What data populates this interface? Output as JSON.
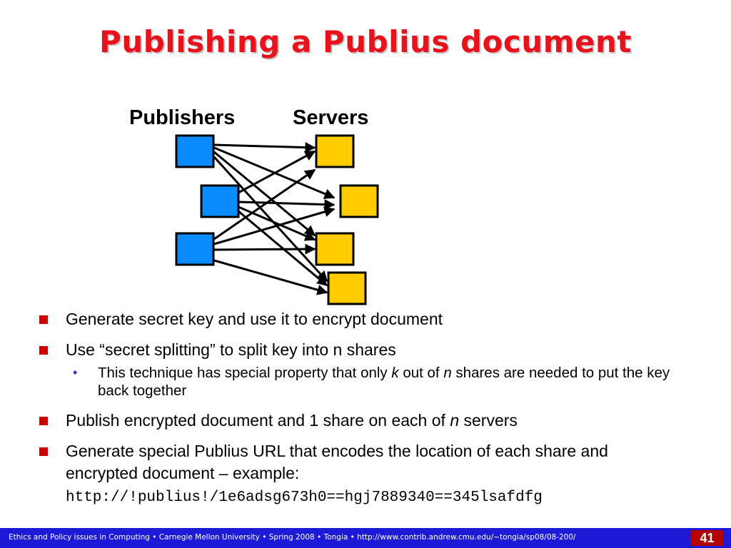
{
  "slide": {
    "title": "Publishing a Publius document",
    "page_number": "41",
    "footer": "Ethics and Policy issues in Computing • Carnegie Mellon University • Spring 2008 • Tongia • http://www.contrib.andrew.cmu.edu/~tongia/sp08/08-200/"
  },
  "diagram": {
    "publishers_label": "Publishers",
    "servers_label": "Servers",
    "publisher_color": "#0a8cff",
    "server_color": "#ffcc00"
  },
  "bullets": [
    {
      "text": "Generate secret key and use it to encrypt document"
    },
    {
      "text": "Use “secret splitting” to split key into n shares"
    },
    {
      "sub": {
        "part1": "This technique has special property that only ",
        "k": "k",
        "part2": " out of ",
        "n": "n",
        "part3": " shares are needed to put the key back together"
      }
    },
    {
      "part1": "Publish encrypted document and 1 share on each of ",
      "n": "n",
      "part2": " servers"
    },
    {
      "text": "Generate special Publius URL that encodes the location of each share and encrypted document – example:",
      "url": "http://!publius!/1e6adsg673h0==hgj7889340==345lsafdfg"
    }
  ]
}
